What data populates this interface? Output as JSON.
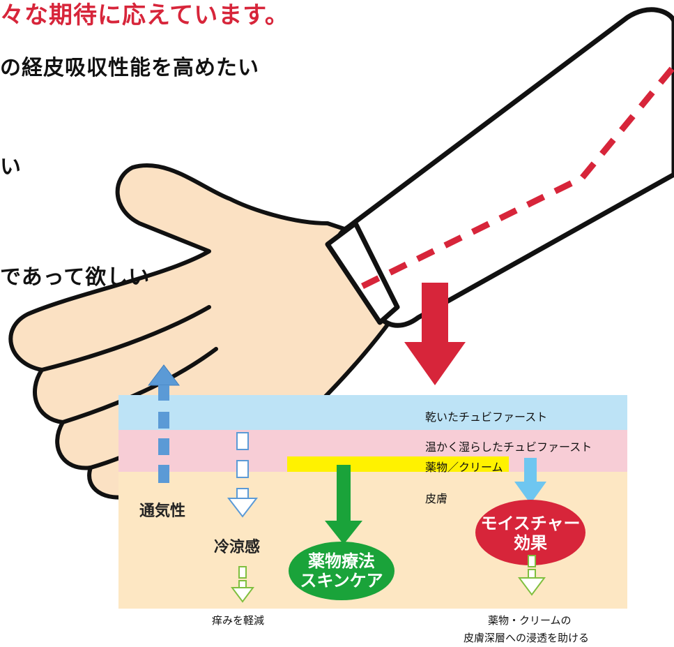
{
  "headlines": {
    "line1": "々な期待に応えています。",
    "line2": "の経皮吸収性能を高めたい",
    "line3": "い",
    "line4": "であって欲しい"
  },
  "layers": {
    "dry": "乾いたチュビファースト",
    "warm": "温かく湿らしたチュビファースト",
    "drug": "薬物／クリーム",
    "skin": "皮膚"
  },
  "effects": {
    "breathability": "通気性",
    "cooling": "冷涼感",
    "therapy": "薬物療法\nスキンケア",
    "moisture": "モイスチャー\n効果"
  },
  "captions": {
    "itch": "痒みを軽減",
    "penetration_1": "薬物・クリームの",
    "penetration_2": "皮膚深層への浸透を助ける"
  },
  "colors": {
    "red_accent": "#d7253a",
    "dry_layer": "#bde3f6",
    "warm_layer": "#f7cdd6",
    "drug_layer": "#fff200",
    "skin_layer": "#fde7c3",
    "green": "#1aa33a",
    "blue_arrow": "#5b9ad6",
    "cyan_arrow": "#6ec6f0",
    "hand": "#fbe1c3"
  }
}
